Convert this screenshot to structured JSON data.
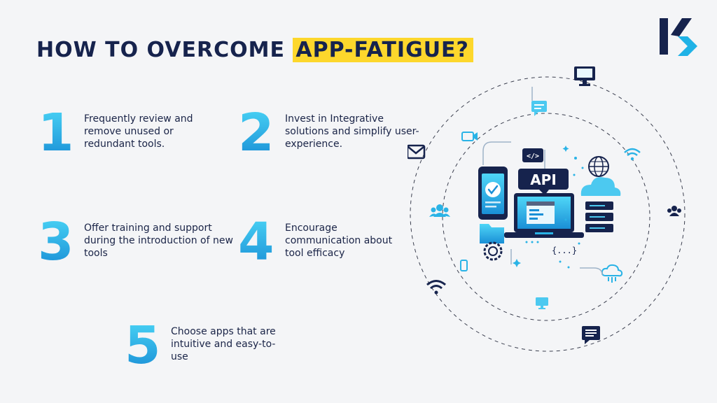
{
  "header": {
    "title_main": "HOW TO OVERCOME",
    "title_highlight": "APP-FATIGUE?",
    "highlight_color": "#fdd72c",
    "title_color": "#16234d"
  },
  "logo": {
    "name": "k-arrow-logo",
    "primary_color": "#16234d",
    "accent_color": "#1fb2e6"
  },
  "tips": [
    {
      "number": "1",
      "text": "Frequently review and remove unused or redundant tools."
    },
    {
      "number": "2",
      "text": "Invest in Integrative solutions and simplify user-experience."
    },
    {
      "number": "3",
      "text": "Offer training and support during the introduction of new tools"
    },
    {
      "number": "4",
      "text": "Encourage communication about tool efficacy"
    },
    {
      "number": "5",
      "text": "Choose apps that are intuitive and easy-to-use"
    }
  ],
  "illustration": {
    "api_label": "API",
    "code_label": "</>",
    "braces_label": "{...}",
    "icons": [
      "monitor-icon",
      "chat-icon",
      "video-icon",
      "mail-icon",
      "wifi-icon",
      "users-icon",
      "phone-icon",
      "cloud-icon",
      "message-icon",
      "server-icon",
      "globe-icon",
      "gear-icon",
      "folder-icon",
      "checkmark-icon"
    ]
  },
  "colors": {
    "accent": "#1fb2e6",
    "navy": "#16234d",
    "background": "#f4f5f7"
  }
}
